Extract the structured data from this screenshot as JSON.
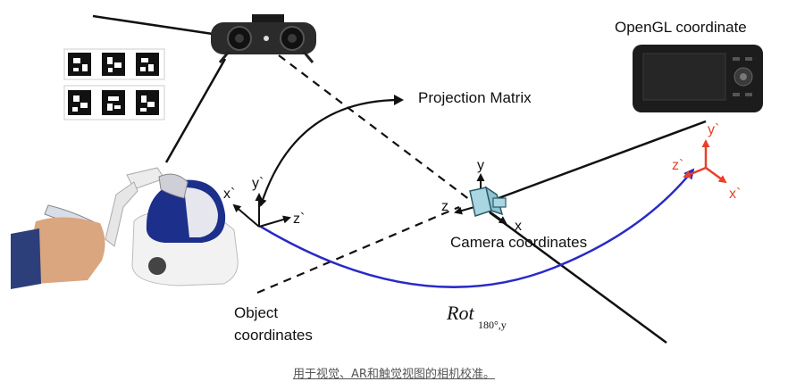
{
  "labels": {
    "projection_matrix": "Projection Matrix",
    "opengl_coordinate": "OpenGL coordinate",
    "camera_coordinates": "Camera coordinates",
    "object_coordinates_line1": "Object",
    "object_coordinates_line2": "coordinates",
    "rotation_symbol": "Rot",
    "rotation_subscript": "180°,y"
  },
  "axes": {
    "object": {
      "x": "x`",
      "y": "y`",
      "z": "z`"
    },
    "camera": {
      "x": "x",
      "y": "y",
      "z": "z"
    },
    "opengl": {
      "x": "x`",
      "y": "y`",
      "z": "z`"
    }
  },
  "caption": "用于视觉、AR和触觉视图的相机校准。",
  "colors": {
    "blue_curve": "#2929c8",
    "opengl_axes": "#e8402a",
    "camera_body": "#a9d6e0"
  },
  "icons": [
    "stereo-camera-icon",
    "fiducial-marker-icon",
    "haptic-device-icon",
    "handheld-display-icon"
  ]
}
